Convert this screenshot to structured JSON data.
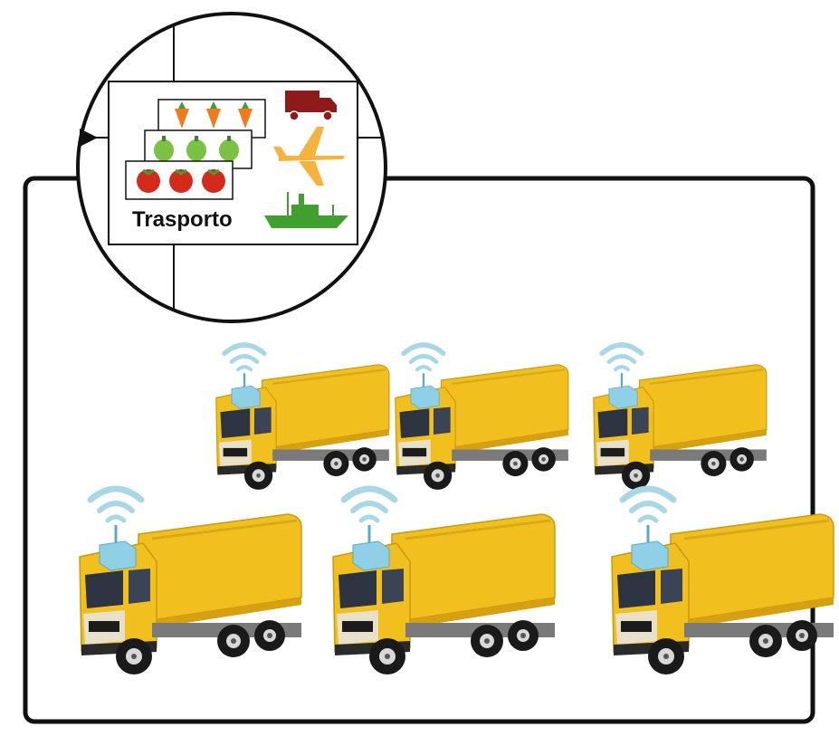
{
  "panel": {
    "label": "Trasporto",
    "produce_rows": [
      {
        "item": "carrot",
        "count": 3,
        "color": "#f07a1e"
      },
      {
        "item": "bell-pepper",
        "count": 3,
        "color": "#7cc242"
      },
      {
        "item": "tomato",
        "count": 3,
        "color": "#d42a1c"
      }
    ],
    "transport_icons": [
      {
        "kind": "truck",
        "color": "#8f1a1c"
      },
      {
        "kind": "airplane",
        "color": "#f6b23c"
      },
      {
        "kind": "ship",
        "color": "#3f9f2f"
      }
    ]
  },
  "fleet": {
    "rows": [
      {
        "count": 3
      },
      {
        "count": 3
      }
    ],
    "truck_color": "#f2c01e",
    "sensor_color": "#8fd0e6",
    "signal_color": "#a8d8e6"
  }
}
